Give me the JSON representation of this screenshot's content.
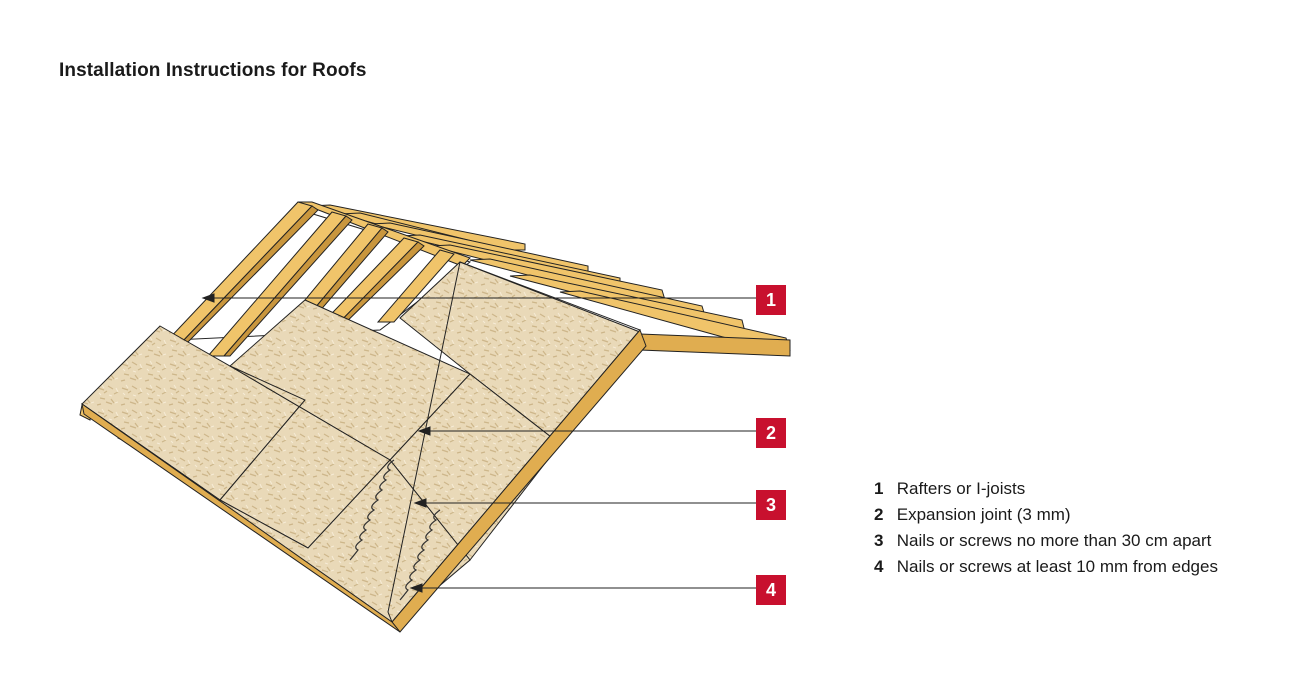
{
  "title": "Installation Instructions for Roofs",
  "colors": {
    "accent": "#c8102e",
    "timber": "#f0c46a",
    "timber_dark": "#c9963d",
    "osb": "#e9d9b8",
    "outline": "#222222"
  },
  "callouts": [
    {
      "number": "1",
      "label": "Rafters or I-joists"
    },
    {
      "number": "2",
      "label": "Expansion joint (3 mm)"
    },
    {
      "number": "3",
      "label": "Nails or screws no more than 30 cm apart"
    },
    {
      "number": "4",
      "label": "Nails or screws at least 10 mm from edges"
    }
  ]
}
